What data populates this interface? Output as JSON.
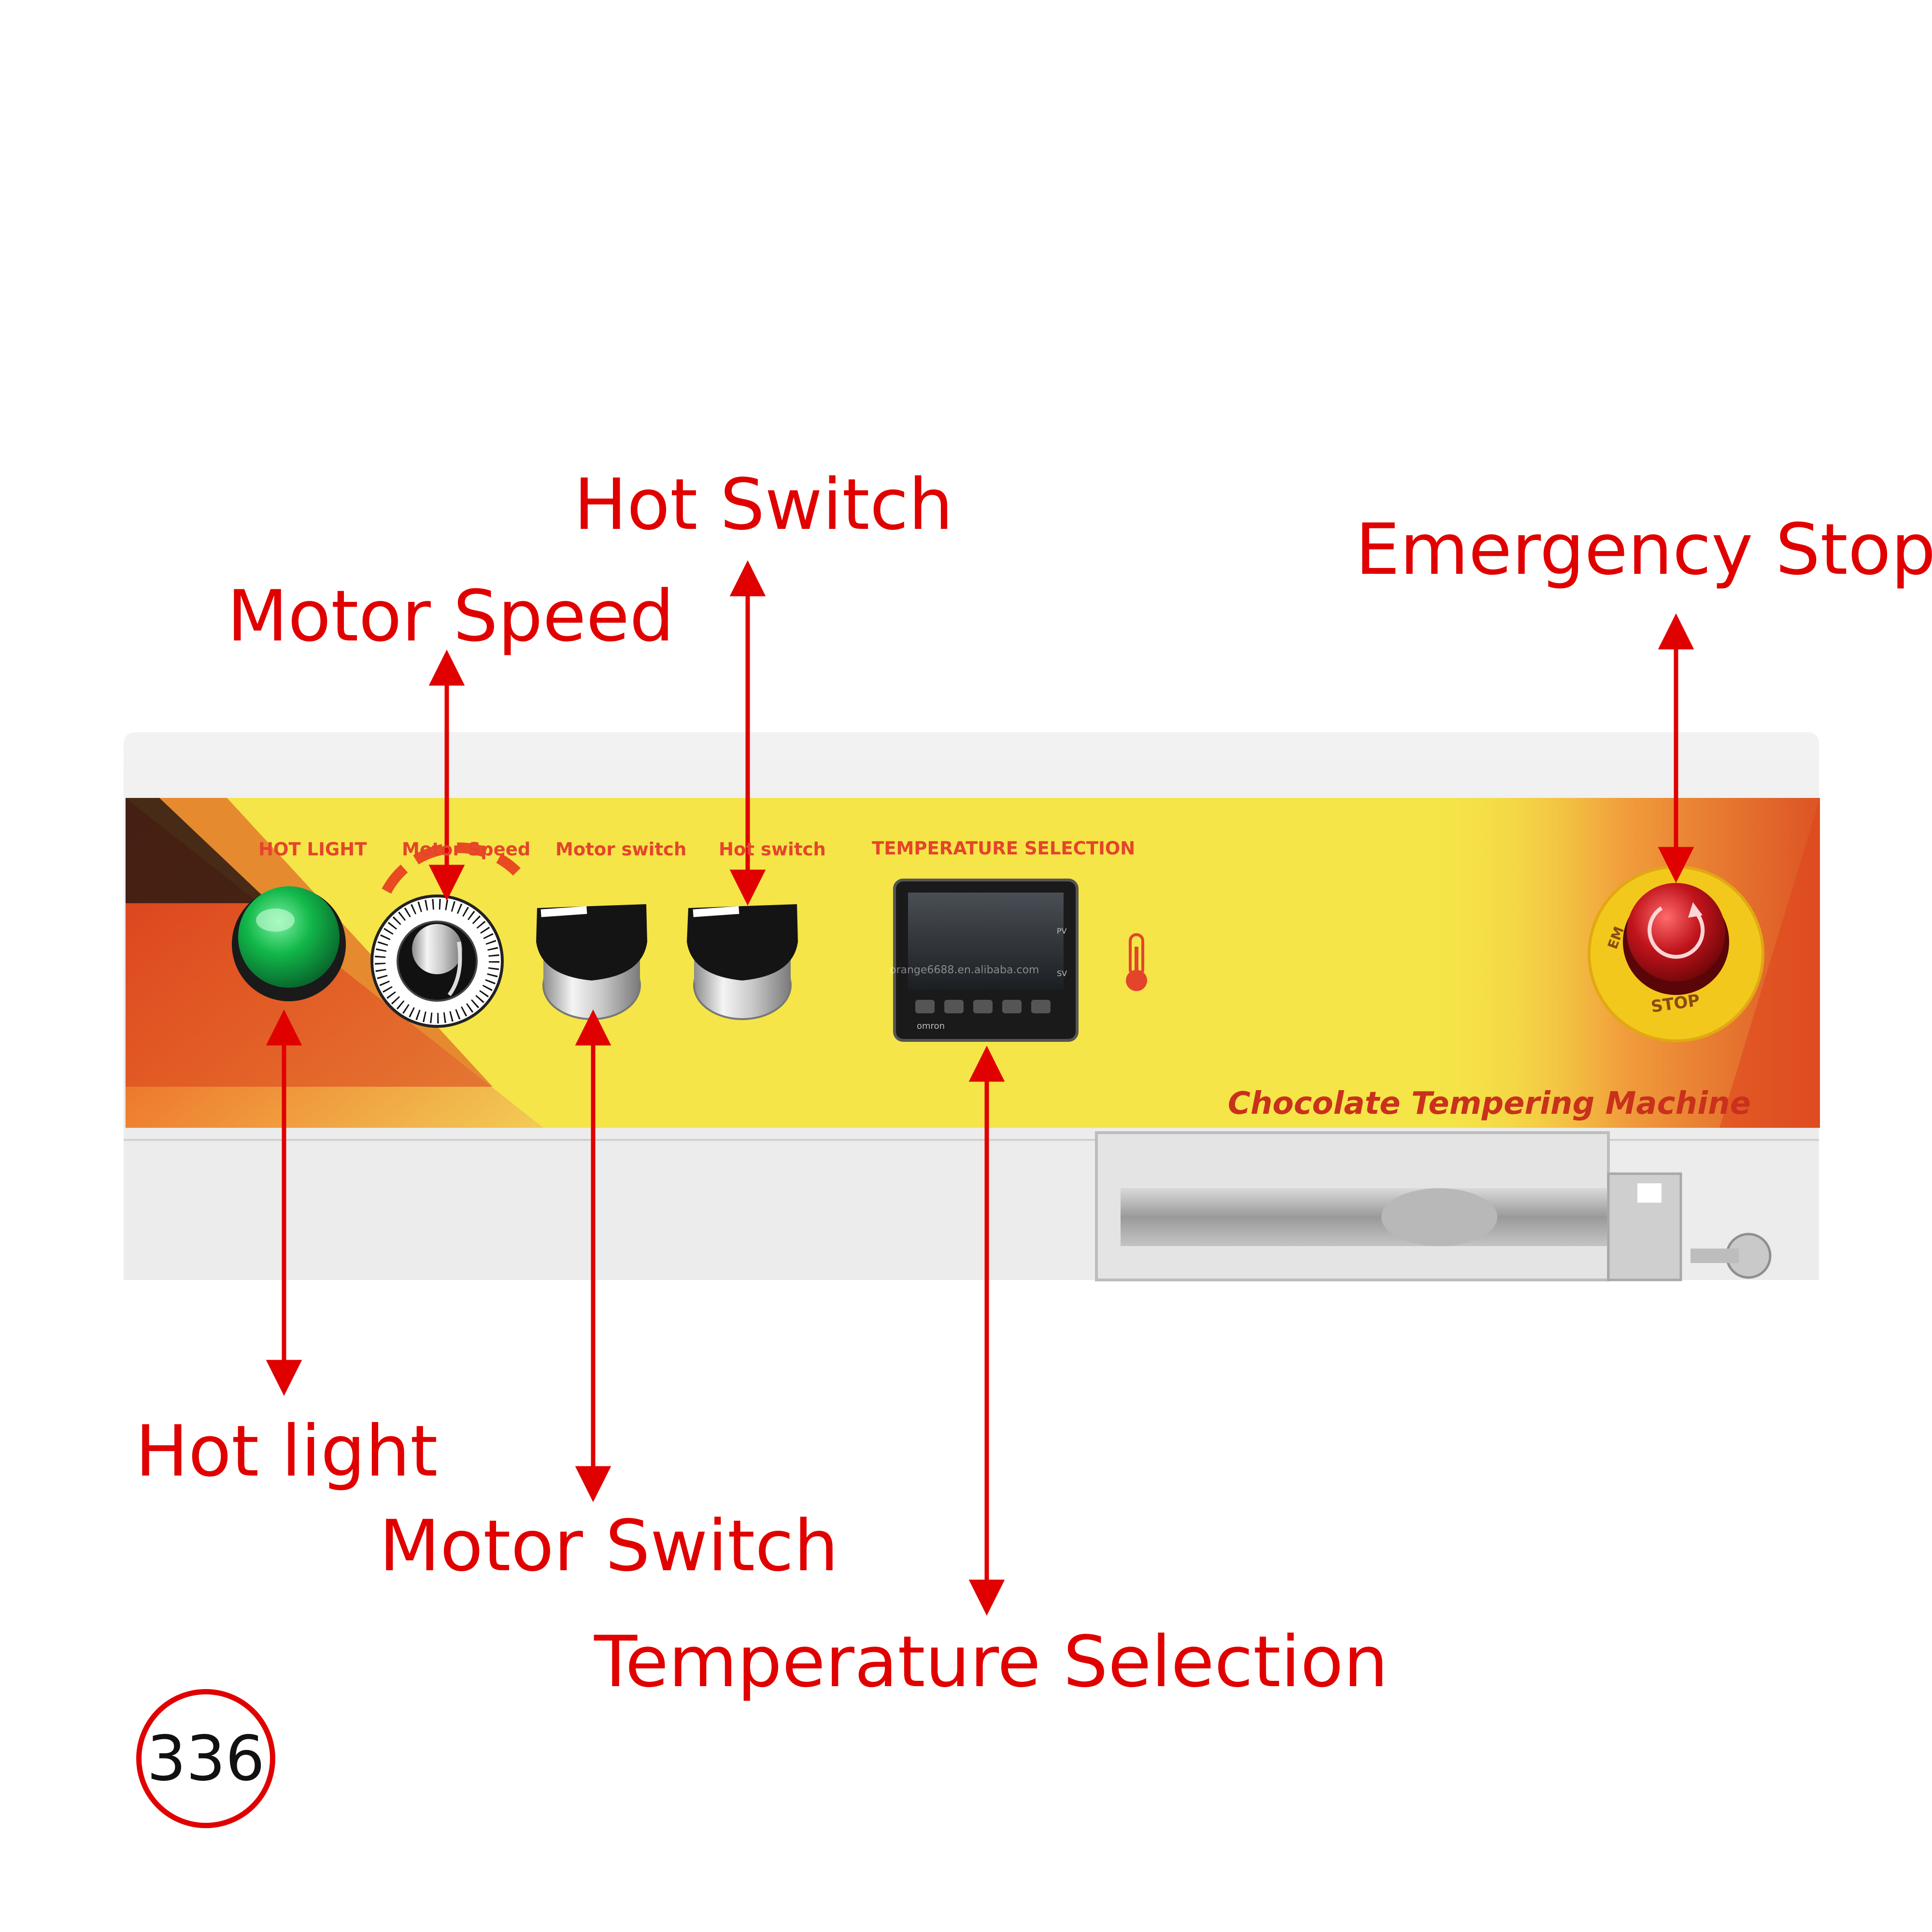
{
  "panel": {
    "labels": {
      "hot_light": "HOT LIGHT",
      "motor_speed": "Motor Speed",
      "motor_switch": "Motor switch",
      "hot_switch": "Hot switch",
      "temperature_selection": "TEMPERATURE SELECTION"
    },
    "brand": "Chocolate Tempering Machine",
    "estop_text": "STOP",
    "estop_text_partial": "EM",
    "watermark": "orange6688.en.alibaba.com",
    "controller_labels": {
      "pv": "PV",
      "sv": "SV",
      "maker": "omron"
    }
  },
  "callouts": {
    "hot_switch": "Hot Switch",
    "motor_speed": "Motor Speed",
    "emergency_stop": "Emergency Stop",
    "hot_light": "Hot light",
    "motor_switch": "Motor Switch",
    "temperature_selection": "Temperature Selection"
  },
  "badge": "336",
  "colors": {
    "annotation_red": "#e00000",
    "panel_yellow": "#f5e548",
    "panel_label_orange": "#e4442c",
    "lamp_green": "#12b84a",
    "estop_red": "#c0141c",
    "estop_ring_yellow": "#f2c81c"
  }
}
